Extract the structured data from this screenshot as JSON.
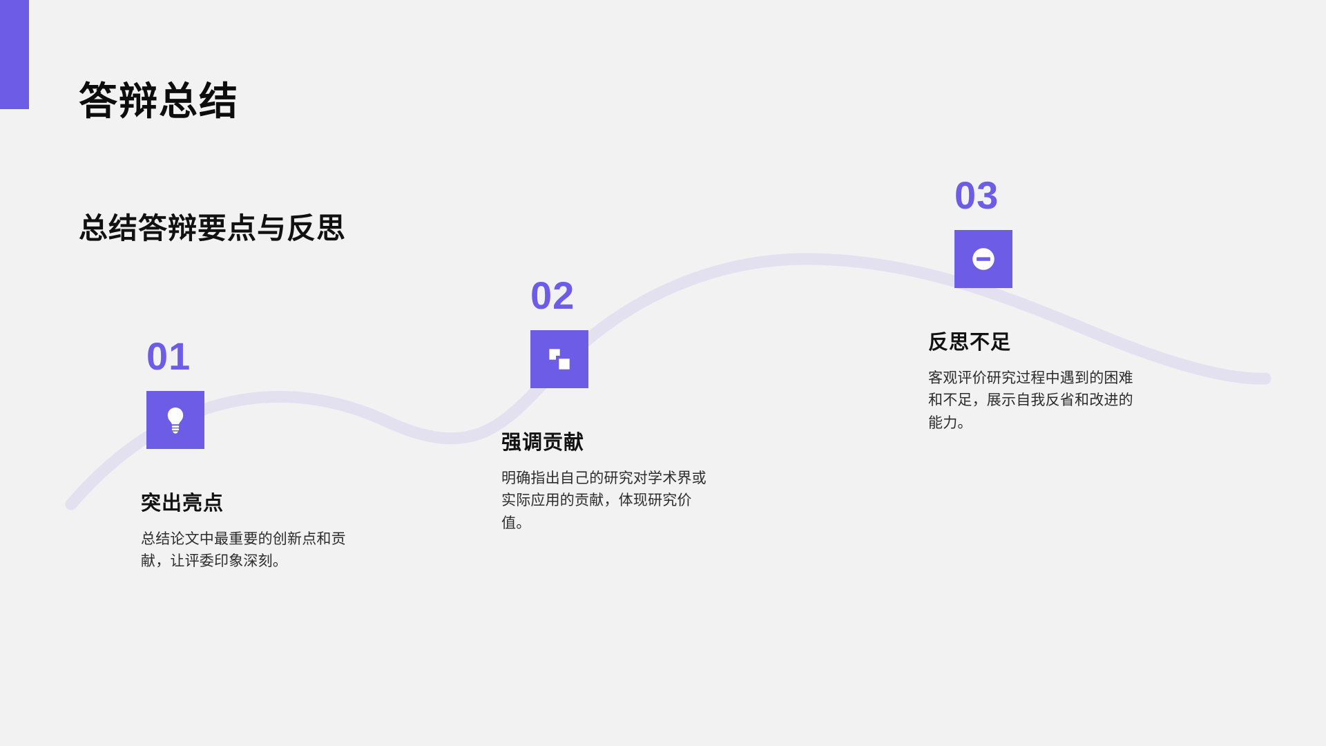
{
  "slide": {
    "title": "答辩总结",
    "subtitle": "总结答辩要点与反思",
    "background_color": "#f2f2f3",
    "accent_color": "#6c5ce6",
    "wave_color": "#e3e0f0"
  },
  "milestones": [
    {
      "number": "01",
      "icon": "lightbulb-icon",
      "heading": "突出亮点",
      "body": "总结论文中最重要的创新点和贡献，让评委印象深刻。"
    },
    {
      "number": "02",
      "icon": "overlapping-squares-icon",
      "heading": "强调贡献",
      "body": "明确指出自己的研究对学术界或实际应用的贡献，体现研究价值。"
    },
    {
      "number": "03",
      "icon": "circle-minus-icon",
      "heading": "反思不足",
      "body": "客观评价研究过程中遇到的困难和不足，展示自我反省和改进的能力。"
    }
  ]
}
